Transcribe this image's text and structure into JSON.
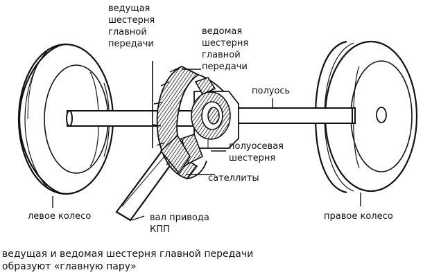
{
  "labels": {
    "drive_gear": [
      "ведущая",
      "шестерня",
      "главной",
      "передачи"
    ],
    "driven_gear": [
      "ведомая",
      "шестерня",
      "главной",
      "передачи"
    ],
    "axle": "полуось",
    "side_gear": [
      "полуосевая",
      "шестерня"
    ],
    "satellites": "сателлиты",
    "left_wheel": "левое колесо",
    "right_wheel": "правое колесо",
    "drive_shaft": [
      "вал привода",
      "КПП"
    ]
  },
  "caption": [
    "ведущая и ведомая шестерня главной передачи",
    "образуют «главную пару»"
  ],
  "colors": {
    "ink": "#111111",
    "paper": "#ffffff",
    "shade": "#cfcfcf"
  }
}
